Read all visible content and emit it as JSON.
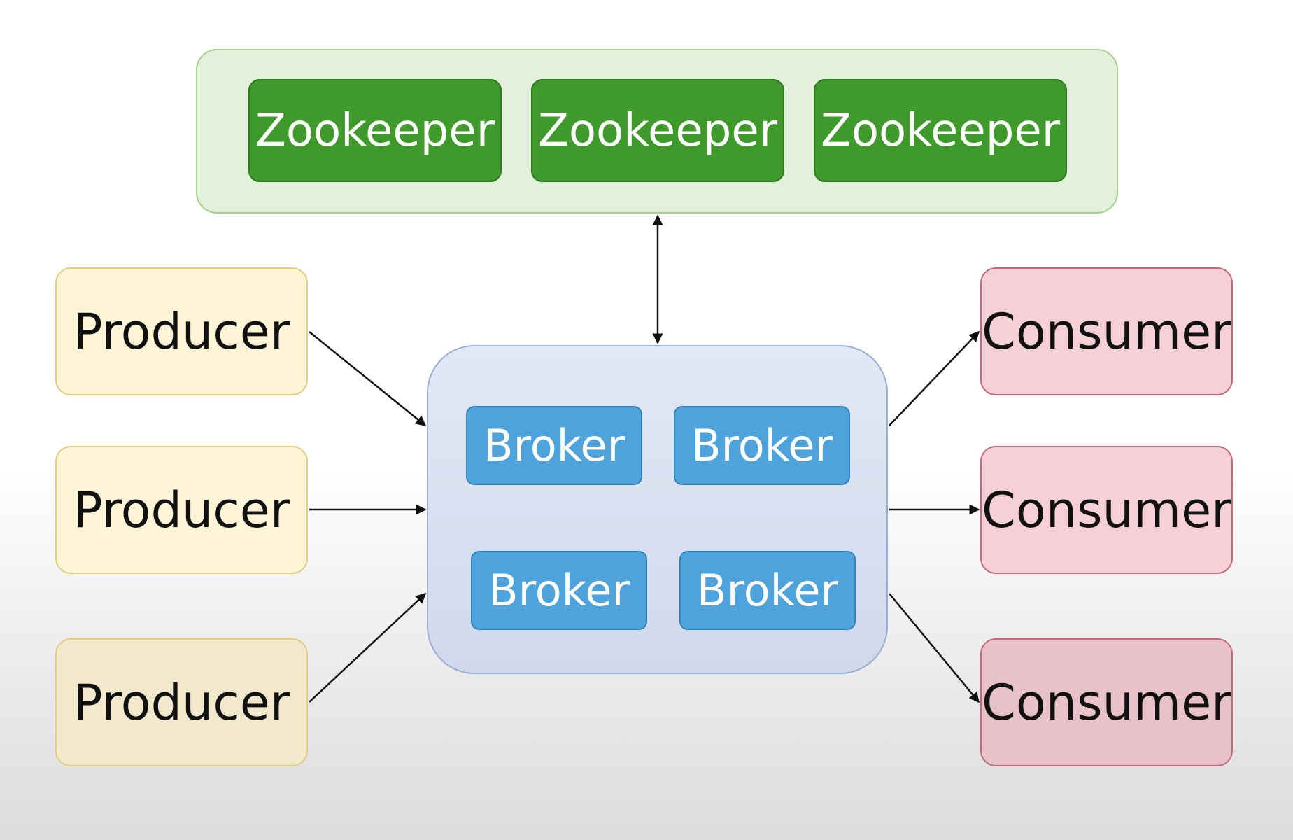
{
  "zookeeper_cluster": {
    "nodes": [
      {
        "label": "Zookeeper"
      },
      {
        "label": "Zookeeper"
      },
      {
        "label": "Zookeeper"
      }
    ]
  },
  "broker_cluster": {
    "brokers": [
      {
        "label": "Broker"
      },
      {
        "label": "Broker"
      },
      {
        "label": "Broker"
      },
      {
        "label": "Broker"
      }
    ]
  },
  "producers": [
    {
      "label": "Producer"
    },
    {
      "label": "Producer"
    },
    {
      "label": "Producer"
    }
  ],
  "consumers": [
    {
      "label": "Consumer"
    },
    {
      "label": "Consumer"
    },
    {
      "label": "Consumer"
    }
  ],
  "colors": {
    "zookeeper_fill": "#3f9a2b",
    "zookeeper_cluster_fill": "#e3f0db",
    "broker_fill": "#4ea3dc",
    "broker_cluster_fill": "#dbe3f3",
    "producer_fill": "#fdf5d6",
    "consumer_fill": "#f6d0d6",
    "arrow": "#111111"
  }
}
